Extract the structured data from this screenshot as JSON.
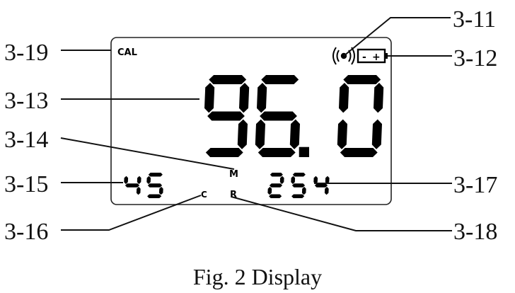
{
  "callouts": {
    "c3_11": "3-11",
    "c3_12": "3-12",
    "c3_13": "3-13",
    "c3_14": "3-14",
    "c3_15": "3-15",
    "c3_16": "3-16",
    "c3_17": "3-17",
    "c3_18": "3-18",
    "c3_19": "3-19"
  },
  "display": {
    "cal_label": "CAL",
    "main_reading": "96.0",
    "left_reading": "45",
    "right_reading": "254",
    "m_indicator": "M",
    "c_indicator": "C",
    "r_indicator": "R",
    "sound_icon": "sound-wave-icon",
    "battery_icon": "battery-icon",
    "battery_minus": "-",
    "battery_plus": "+"
  },
  "caption": "Fig. 2 Display",
  "colors": {
    "ink": "#111111",
    "lcd_segment": "#000000",
    "background": "#ffffff"
  }
}
